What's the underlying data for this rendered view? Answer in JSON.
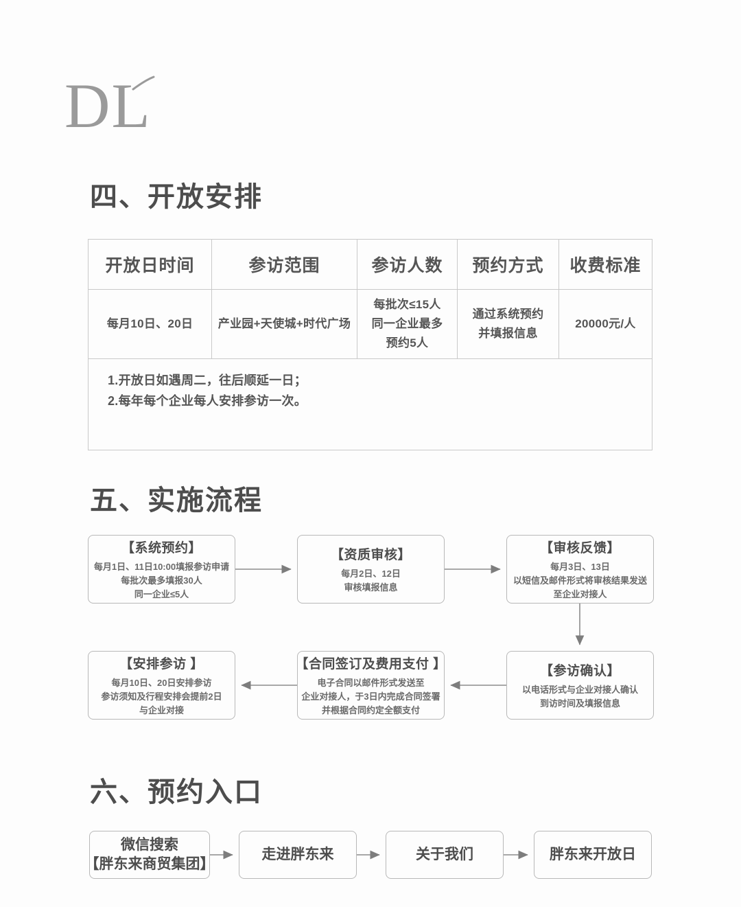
{
  "logo": {
    "text": "DL",
    "accent_icon": "acute-accent-icon"
  },
  "sections": {
    "schedule": {
      "heading": "四、开放安排",
      "table": {
        "headers": [
          "开放日时间",
          "参访范围",
          "参访人数",
          "预约方式",
          "收费标准"
        ],
        "rows": [
          {
            "open_day": "每月10日、20日",
            "scope": "产业园+天使城+时代广场",
            "headcount": [
              "每批次≤15人",
              "同一企业最多",
              "预约5人"
            ],
            "booking": [
              "通过系统预约",
              "并填报信息"
            ],
            "fee": "20000元/人"
          }
        ],
        "notes": [
          "1.开放日如遇周二，往后顺延一日；",
          "2.每年每个企业每人安排参访一次。"
        ]
      }
    },
    "process": {
      "heading": "五、实施流程",
      "steps": [
        {
          "title": "【系统预约】",
          "lines": [
            "每月1日、11日10:00填报参访申请",
            "每批次最多填报30人",
            "同一企业≤5人"
          ]
        },
        {
          "title": "【资质审核】",
          "lines": [
            "每月2日、12日",
            "审核填报信息"
          ]
        },
        {
          "title": "【审核反馈】",
          "lines": [
            "每月3日、13日",
            "以短信及邮件形式将审核结果发送",
            "至企业对接人"
          ]
        },
        {
          "title": "【参访确认】",
          "lines": [
            "以电话形式与企业对接人确认",
            "到访时间及填报信息"
          ]
        },
        {
          "title": "【合同签订及费用支付 】",
          "lines": [
            "电子合同以邮件形式发送至",
            "企业对接人，于3日内完成合同签署",
            "并根据合同约定全额支付"
          ]
        },
        {
          "title": "【安排参访 】",
          "lines": [
            "每月10日、20日安排参访",
            "参访须知及行程安排会提前2日",
            "与企业对接"
          ]
        }
      ]
    },
    "entry": {
      "heading": "六、预约入口",
      "steps": [
        {
          "lines": [
            "微信搜索",
            "【胖东来商贸集团】"
          ]
        },
        {
          "lines": [
            "走进胖东来"
          ]
        },
        {
          "lines": [
            "关于我们"
          ]
        },
        {
          "lines": [
            "胖东来开放日"
          ]
        }
      ]
    }
  },
  "colors": {
    "background": "#fdfdfd",
    "heading_text": "#4d4d4d",
    "body_text": "#6a6a6a",
    "border": "#b8b8b8",
    "table_border": "#c9c9c9",
    "logo": "#9a9a9a",
    "arrow": "#8c8c8c"
  }
}
